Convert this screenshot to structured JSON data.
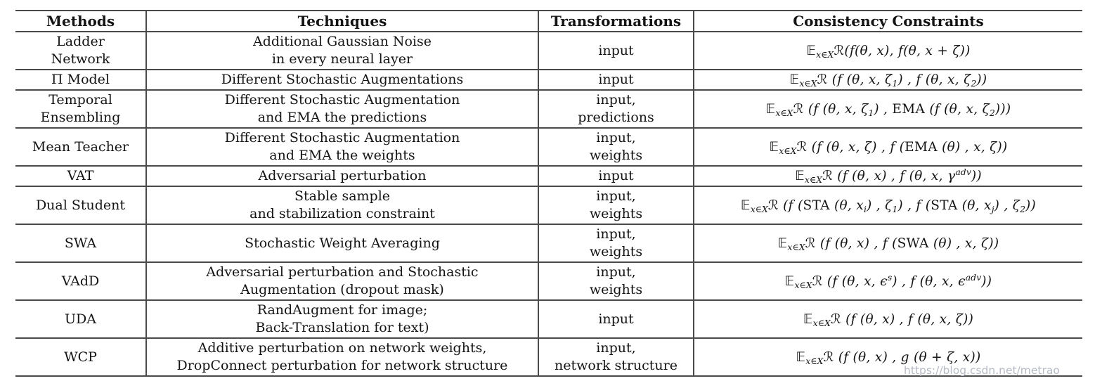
{
  "table": {
    "headers": [
      "Methods",
      "Techniques",
      "Transformations",
      "Consistency Constraints"
    ],
    "rows": [
      {
        "method": [
          "Ladder",
          "Network"
        ],
        "technique": [
          "Additional Gaussian Noise",
          "in every neural layer"
        ],
        "transformations": [
          "input"
        ],
        "formula": [
          [
            "t",
            "𝔼"
          ],
          [
            "s",
            "x∈X"
          ],
          [
            "t",
            "ℛ(f(θ, x), f(θ, x + ζ))"
          ]
        ]
      },
      {
        "method": [
          "Π Model"
        ],
        "technique": [
          "Different Stochastic Augmentations"
        ],
        "transformations": [
          "input"
        ],
        "formula": [
          [
            "t",
            "𝔼"
          ],
          [
            "s",
            "x∈X"
          ],
          [
            "t",
            "ℛ (f (θ, x, ζ"
          ],
          [
            "s",
            "1"
          ],
          [
            "t",
            ") , f (θ, x, ζ"
          ],
          [
            "s",
            "2"
          ],
          [
            "t",
            "))"
          ]
        ]
      },
      {
        "method": [
          "Temporal",
          "Ensembling"
        ],
        "technique": [
          "Different Stochastic Augmentation",
          "and EMA the predictions"
        ],
        "transformations": [
          "input,",
          "predictions"
        ],
        "formula": [
          [
            "t",
            "𝔼"
          ],
          [
            "s",
            "x∈X"
          ],
          [
            "t",
            "ℛ (f (θ, x, ζ"
          ],
          [
            "s",
            "1"
          ],
          [
            "t",
            ") , "
          ],
          [
            "r",
            "EMA"
          ],
          [
            "t",
            " (f (θ, x, ζ"
          ],
          [
            "s",
            "2"
          ],
          [
            "t",
            ")))"
          ]
        ]
      },
      {
        "method": [
          "Mean Teacher"
        ],
        "technique": [
          "Different Stochastic Augmentation",
          "and EMA the weights"
        ],
        "transformations": [
          "input,",
          "weights"
        ],
        "formula": [
          [
            "t",
            "𝔼"
          ],
          [
            "s",
            "x∈X"
          ],
          [
            "t",
            "ℛ (f (θ, x, ζ) , f ("
          ],
          [
            "r",
            "EMA"
          ],
          [
            "t",
            " (θ) , x, ζ))"
          ]
        ]
      },
      {
        "method": [
          "VAT"
        ],
        "technique": [
          "Adversarial perturbation"
        ],
        "transformations": [
          "input"
        ],
        "formula": [
          [
            "t",
            "𝔼"
          ],
          [
            "s",
            "x∈X"
          ],
          [
            "t",
            "ℛ (f (θ, x) , f (θ, x, γ"
          ],
          [
            "p",
            "adv"
          ],
          [
            "t",
            "))"
          ]
        ]
      },
      {
        "method": [
          "Dual Student"
        ],
        "technique": [
          "Stable sample",
          "and stabilization constraint"
        ],
        "transformations": [
          "input,",
          "weights"
        ],
        "formula": [
          [
            "t",
            "𝔼"
          ],
          [
            "s",
            "x∈X"
          ],
          [
            "t",
            "ℛ (f ("
          ],
          [
            "r",
            "STA"
          ],
          [
            "t",
            " (θ, x"
          ],
          [
            "s",
            "i"
          ],
          [
            "t",
            ") , ζ"
          ],
          [
            "s",
            "1"
          ],
          [
            "t",
            ") , f ("
          ],
          [
            "r",
            "STA"
          ],
          [
            "t",
            " (θ, x"
          ],
          [
            "s",
            "j"
          ],
          [
            "t",
            ") , ζ"
          ],
          [
            "s",
            "2"
          ],
          [
            "t",
            "))"
          ]
        ]
      },
      {
        "method": [
          "SWA"
        ],
        "technique": [
          "Stochastic Weight Averaging"
        ],
        "transformations": [
          "input,",
          "weights"
        ],
        "formula": [
          [
            "t",
            "𝔼"
          ],
          [
            "s",
            "x∈X"
          ],
          [
            "t",
            "ℛ (f (θ, x) , f ("
          ],
          [
            "r",
            "SWA"
          ],
          [
            "t",
            " (θ) , x, ζ))"
          ]
        ]
      },
      {
        "method": [
          "VAdD"
        ],
        "technique": [
          "Adversarial perturbation and Stochastic",
          "Augmentation (dropout mask)"
        ],
        "transformations": [
          "input,",
          "weights"
        ],
        "formula": [
          [
            "t",
            "𝔼"
          ],
          [
            "s",
            "x∈X"
          ],
          [
            "t",
            "ℛ (f (θ, x, ϵ"
          ],
          [
            "p",
            "s"
          ],
          [
            "t",
            ") , f (θ, x, ϵ"
          ],
          [
            "p",
            "adv"
          ],
          [
            "t",
            "))"
          ]
        ]
      },
      {
        "method": [
          "UDA"
        ],
        "technique": [
          "RandAugment for image;",
          "Back-Translation for text)"
        ],
        "transformations": [
          "input"
        ],
        "formula": [
          [
            "t",
            "𝔼"
          ],
          [
            "s",
            "x∈X"
          ],
          [
            "t",
            "ℛ (f (θ, x) , f (θ, x, ζ))"
          ]
        ]
      },
      {
        "method": [
          "WCP"
        ],
        "technique": [
          "Additive perturbation on network weights,",
          "DropConnect perturbation for network structure"
        ],
        "transformations": [
          "input,",
          "network structure"
        ],
        "formula": [
          [
            "t",
            "𝔼"
          ],
          [
            "s",
            "x∈X"
          ],
          [
            "t",
            "ℛ (f (θ, x) , g (θ + ζ, x))"
          ]
        ]
      }
    ]
  },
  "watermark": "https://blog.csdn.net/metrao",
  "colors": {
    "border": "#4a4a4a",
    "text": "#141414",
    "watermark": "#b5bbc5"
  }
}
